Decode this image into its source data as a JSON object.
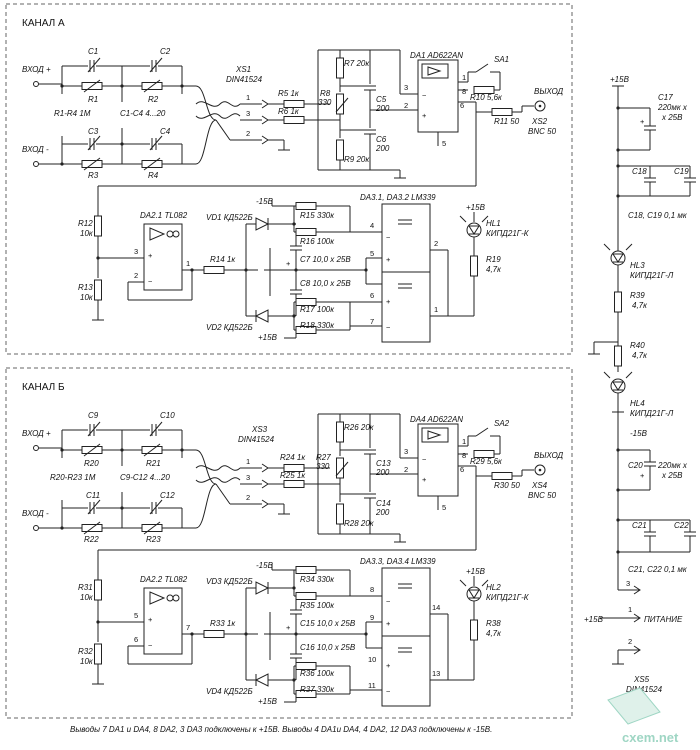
{
  "channelA": {
    "title": "КАНАЛ А",
    "input_plus": "ВХОД +",
    "input_minus": "ВХОД -",
    "c1": "C1",
    "c2": "C2",
    "c3": "C3",
    "c4": "C4",
    "r1": "R1",
    "r2": "R2",
    "r3": "R3",
    "r4": "R4",
    "r_note": "R1-R4 1М",
    "c_note": "C1-C4 4...20",
    "xs1": "XS1",
    "xs1_type": "DIN41524",
    "r5": "R5 1к",
    "r6": "R6 1к",
    "r7": "R7 20к",
    "r8": "R8",
    "r8_val": "330",
    "r9": "R9 20к",
    "c5": "C5",
    "c5_val": "200",
    "c6": "C6",
    "c6_val": "200",
    "da1": "DA1 AD622AN",
    "sa1": "SA1",
    "r10": "R10 5,6к",
    "r11": "R11 50",
    "output": "ВЫХОД",
    "xs2": "XS2",
    "xs2_type": "BNC 50",
    "r12": "R12",
    "r12_val": "10к",
    "r13": "R13",
    "r13_val": "10к",
    "da2": "DA2.1 TL082",
    "r14": "R14 1к",
    "vd1": "VD1 КД522Б",
    "vd2": "VD2 КД522Б",
    "minus15": "-15В",
    "plus15": "+15В",
    "r15": "R15 330к",
    "r16": "R16 100к",
    "c7": "C7 10,0 x 25В",
    "c8": "C8 10,0 x 25В",
    "r17": "R17 100к",
    "r18": "R18 330к",
    "da3": "DA3.1, DA3.2 LM339",
    "led_plus": "+15В",
    "hl1": "HL1",
    "hl1_type": "КИПД21Г-К",
    "r19": "R19",
    "r19_val": "4,7к"
  },
  "channelB": {
    "title": "КАНАЛ Б",
    "input_plus": "ВХОД +",
    "input_minus": "ВХОД -",
    "c9": "C9",
    "c10": "C10",
    "c11": "C11",
    "c12": "C12",
    "r20": "R20",
    "r21": "R21",
    "r22": "R22",
    "r23": "R23",
    "r_note": "R20-R23 1М",
    "c_note": "C9-C12 4...20",
    "xs3": "XS3",
    "xs3_type": "DIN41524",
    "r24": "R24 1к",
    "r25": "R25 1к",
    "r26": "R26 20к",
    "r27": "R27",
    "r27_val": "330",
    "r28": "R28 20к",
    "c13": "C13",
    "c13_val": "200",
    "c14": "C14",
    "c14_val": "200",
    "da4": "DA4 AD622AN",
    "sa2": "SA2",
    "r29": "R29 5,6к",
    "r30": "R30 50",
    "output": "ВЫХОД",
    "xs4": "XS4",
    "xs4_type": "BNC 50",
    "r31": "R31",
    "r31_val": "10к",
    "r32": "R32",
    "r32_val": "10к",
    "da2": "DA2.2 TL082",
    "r33": "R33 1к",
    "vd3": "VD3 КД522Б",
    "vd4": "VD4 КД522Б",
    "minus15": "-15В",
    "plus15": "+15В",
    "r34": "R34 330к",
    "r35": "R35 100к",
    "c15": "C15 10,0 x 25В",
    "c16": "C16 10,0 x 25В",
    "r36": "R36 100к",
    "r37": "R37 330к",
    "da3": "DA3.3, DA3.4 LM339",
    "led_plus": "+15В",
    "hl2": "HL2",
    "hl2_type": "КИПД21Г-К",
    "r38": "R38",
    "r38_val": "4,7к"
  },
  "power": {
    "plus15": "+15В",
    "c17": "C17",
    "c17_val": "220мк x",
    "c17_val2": "x 25В",
    "c18": "C18",
    "c19": "C19",
    "c18_19_note": "C18, C19 0,1 мк",
    "hl3": "HL3",
    "hl3_type": "КИПД21Г-Л",
    "r39": "R39",
    "r39_val": "4,7к",
    "r40": "R40",
    "r40_val": "4,7к",
    "hl4": "HL4",
    "hl4_type": "КИПД21Г-Л",
    "minus15": "-15В",
    "c20": "C20",
    "c20_val": "220мк x",
    "c20_val2": "x 25В",
    "c21": "C21",
    "c22": "C22",
    "c21_22_note": "C21, C22 0,1 мк",
    "pin3": "3",
    "pin1": "1",
    "pin2": "2",
    "supply_plus": "+15В",
    "supply_label": "ПИТАНИЕ",
    "xs5": "XS5",
    "xs5_type": "DIN41524"
  },
  "footnote": "Выводы 7 DA1 и DA4,  8 DA2, 3 DA3  подключены к +15В.    Выводы 4 DA1и DA4, 4 DA2,  12 DA3  подключены к -15В.",
  "watermark": "cxem.net"
}
